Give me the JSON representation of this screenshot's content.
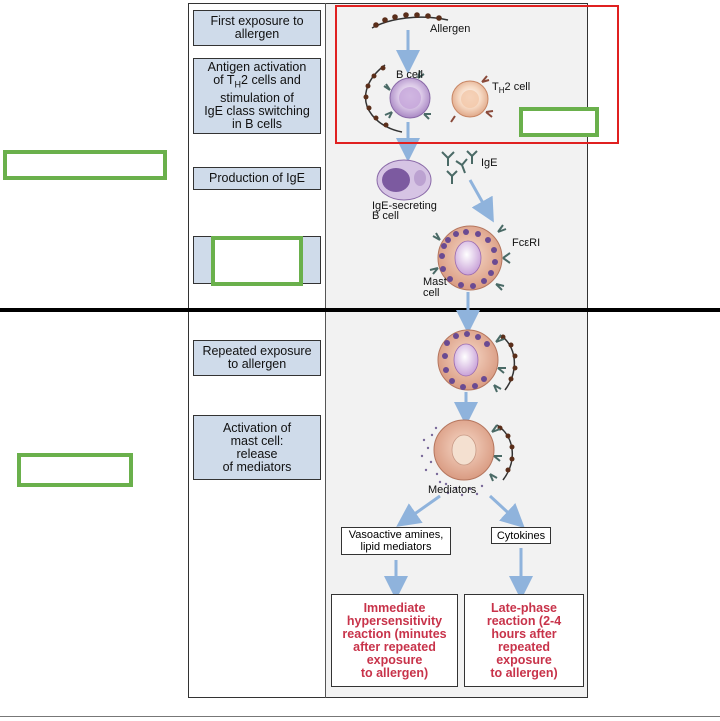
{
  "steps": {
    "first_exposure": "First exposure to allergen",
    "antigen_activation_l1": "Antigen activation",
    "antigen_activation_l2_pre": "of T",
    "antigen_activation_l2_sub": "H",
    "antigen_activation_l2_post": "2 cells and",
    "antigen_activation_l3": "stimulation of",
    "antigen_activation_l4": "IgE class switching",
    "antigen_activation_l5": "in B cells",
    "production_ige": "Production of IgE",
    "repeated_exposure": "Repeated exposure to allergen",
    "activation_mast_l1": "Activation of",
    "activation_mast_l2": "mast cell:",
    "activation_mast_l3": "release",
    "activation_mast_l4": "of mediators"
  },
  "labels": {
    "allergen": "Allergen",
    "b_cell": "B cell",
    "th2_pre": "T",
    "th2_sub": "H",
    "th2_post": "2 cell",
    "ige": "IgE",
    "ige_secreting_l1": "IgE-secreting",
    "ige_secreting_l2": "B cell",
    "fceri": "FcεRI",
    "mast_l1": "Mast",
    "mast_l2": "cell",
    "mediators": "Mediators"
  },
  "outputs": {
    "vasoactive_l1": "Vasoactive amines,",
    "vasoactive_l2": "lipid mediators",
    "cytokines": "Cytokines"
  },
  "results": {
    "immediate": [
      "Immediate",
      "hypersensitivity",
      "reaction (minutes",
      "after repeated",
      "exposure",
      "to allergen)"
    ],
    "late_phase": [
      "Late-phase",
      "reaction (2-4",
      "hours after",
      "repeated",
      "exposure",
      "to allergen)"
    ]
  },
  "colors": {
    "step_box_fill": "#cfdbea",
    "highlight_red": "#e02020",
    "placeholder_green": "#6ab04c",
    "result_text": "#c8334a",
    "arrow_blue": "#8fb3dc"
  }
}
